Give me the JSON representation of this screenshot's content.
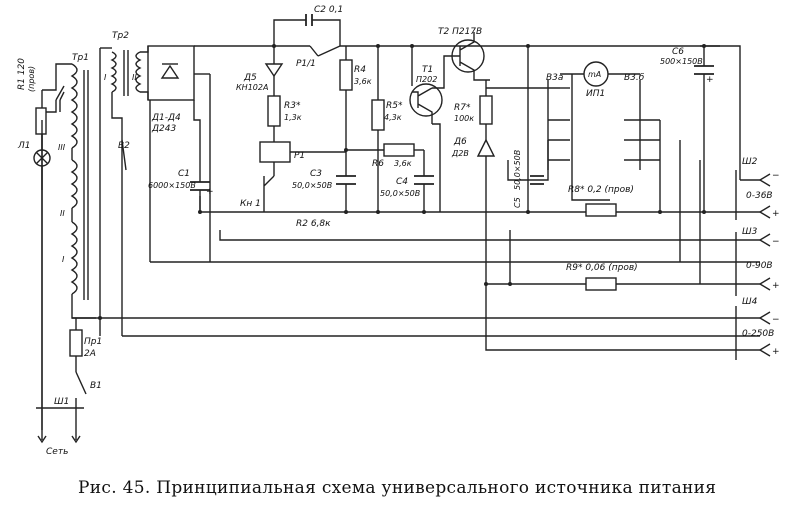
{
  "caption": "Рис. 45. Принципиальная схема универсального источника питания",
  "components": {
    "r1": "R1 120",
    "r1_note": "(пров)",
    "l1": "Л1",
    "tr1": "Тр1",
    "tr1_w3": "III",
    "tr1_w2": "II",
    "tr1_w1": "I",
    "tr2": "Тр2",
    "tr2_w1": "I",
    "tr2_w2": "II",
    "diodes": "Д1-Д4",
    "diodes_type": "Д243",
    "b2": "В2",
    "c1": "С1",
    "c1_val": "6000×150В",
    "d5": "Д5",
    "d5_type": "КН102А",
    "c2": "С2 0,1",
    "p11": "Р1/1",
    "r3": "R3*",
    "r3_val": "1,3к",
    "p1": "Р1",
    "kn1": "Кн 1",
    "c3": "С3",
    "c3_val": "50,0×50В",
    "r4": "R4",
    "r4_val": "3,6к",
    "r5": "R5*",
    "r5_val": "4,3к",
    "r6": "R6",
    "r6_val": "3,6к",
    "c4": "С4",
    "c4_val": "50,0×50В",
    "t2": "Т2 П217В",
    "t1": "Т1",
    "t1_type": "П202",
    "r7": "R7*",
    "r7_val": "100к",
    "d6": "Д6",
    "d6_type": "Д2В",
    "c5": "С5",
    "c5_val": "50,0×50В",
    "b3a": "В3а",
    "b3b": "В3.б",
    "meter": "mA",
    "ip1": "ИП1",
    "c6": "С6",
    "c6_val": "500×150В",
    "r8": "R8* 0,2 (пров)",
    "r9": "R9* 0,06 (пров)",
    "r2": "R2 6,8к",
    "pr1": "Пр1",
    "pr1_val": "2А",
    "b1": "В1",
    "sh1": "Ш1",
    "mains": "Сеть",
    "sh2": "Ш2",
    "sh3": "Ш3",
    "sh4": "Ш4",
    "range1": "0-36В",
    "range2": "0-90В",
    "range3": "0-250В",
    "plus": "+",
    "minus": "−"
  }
}
